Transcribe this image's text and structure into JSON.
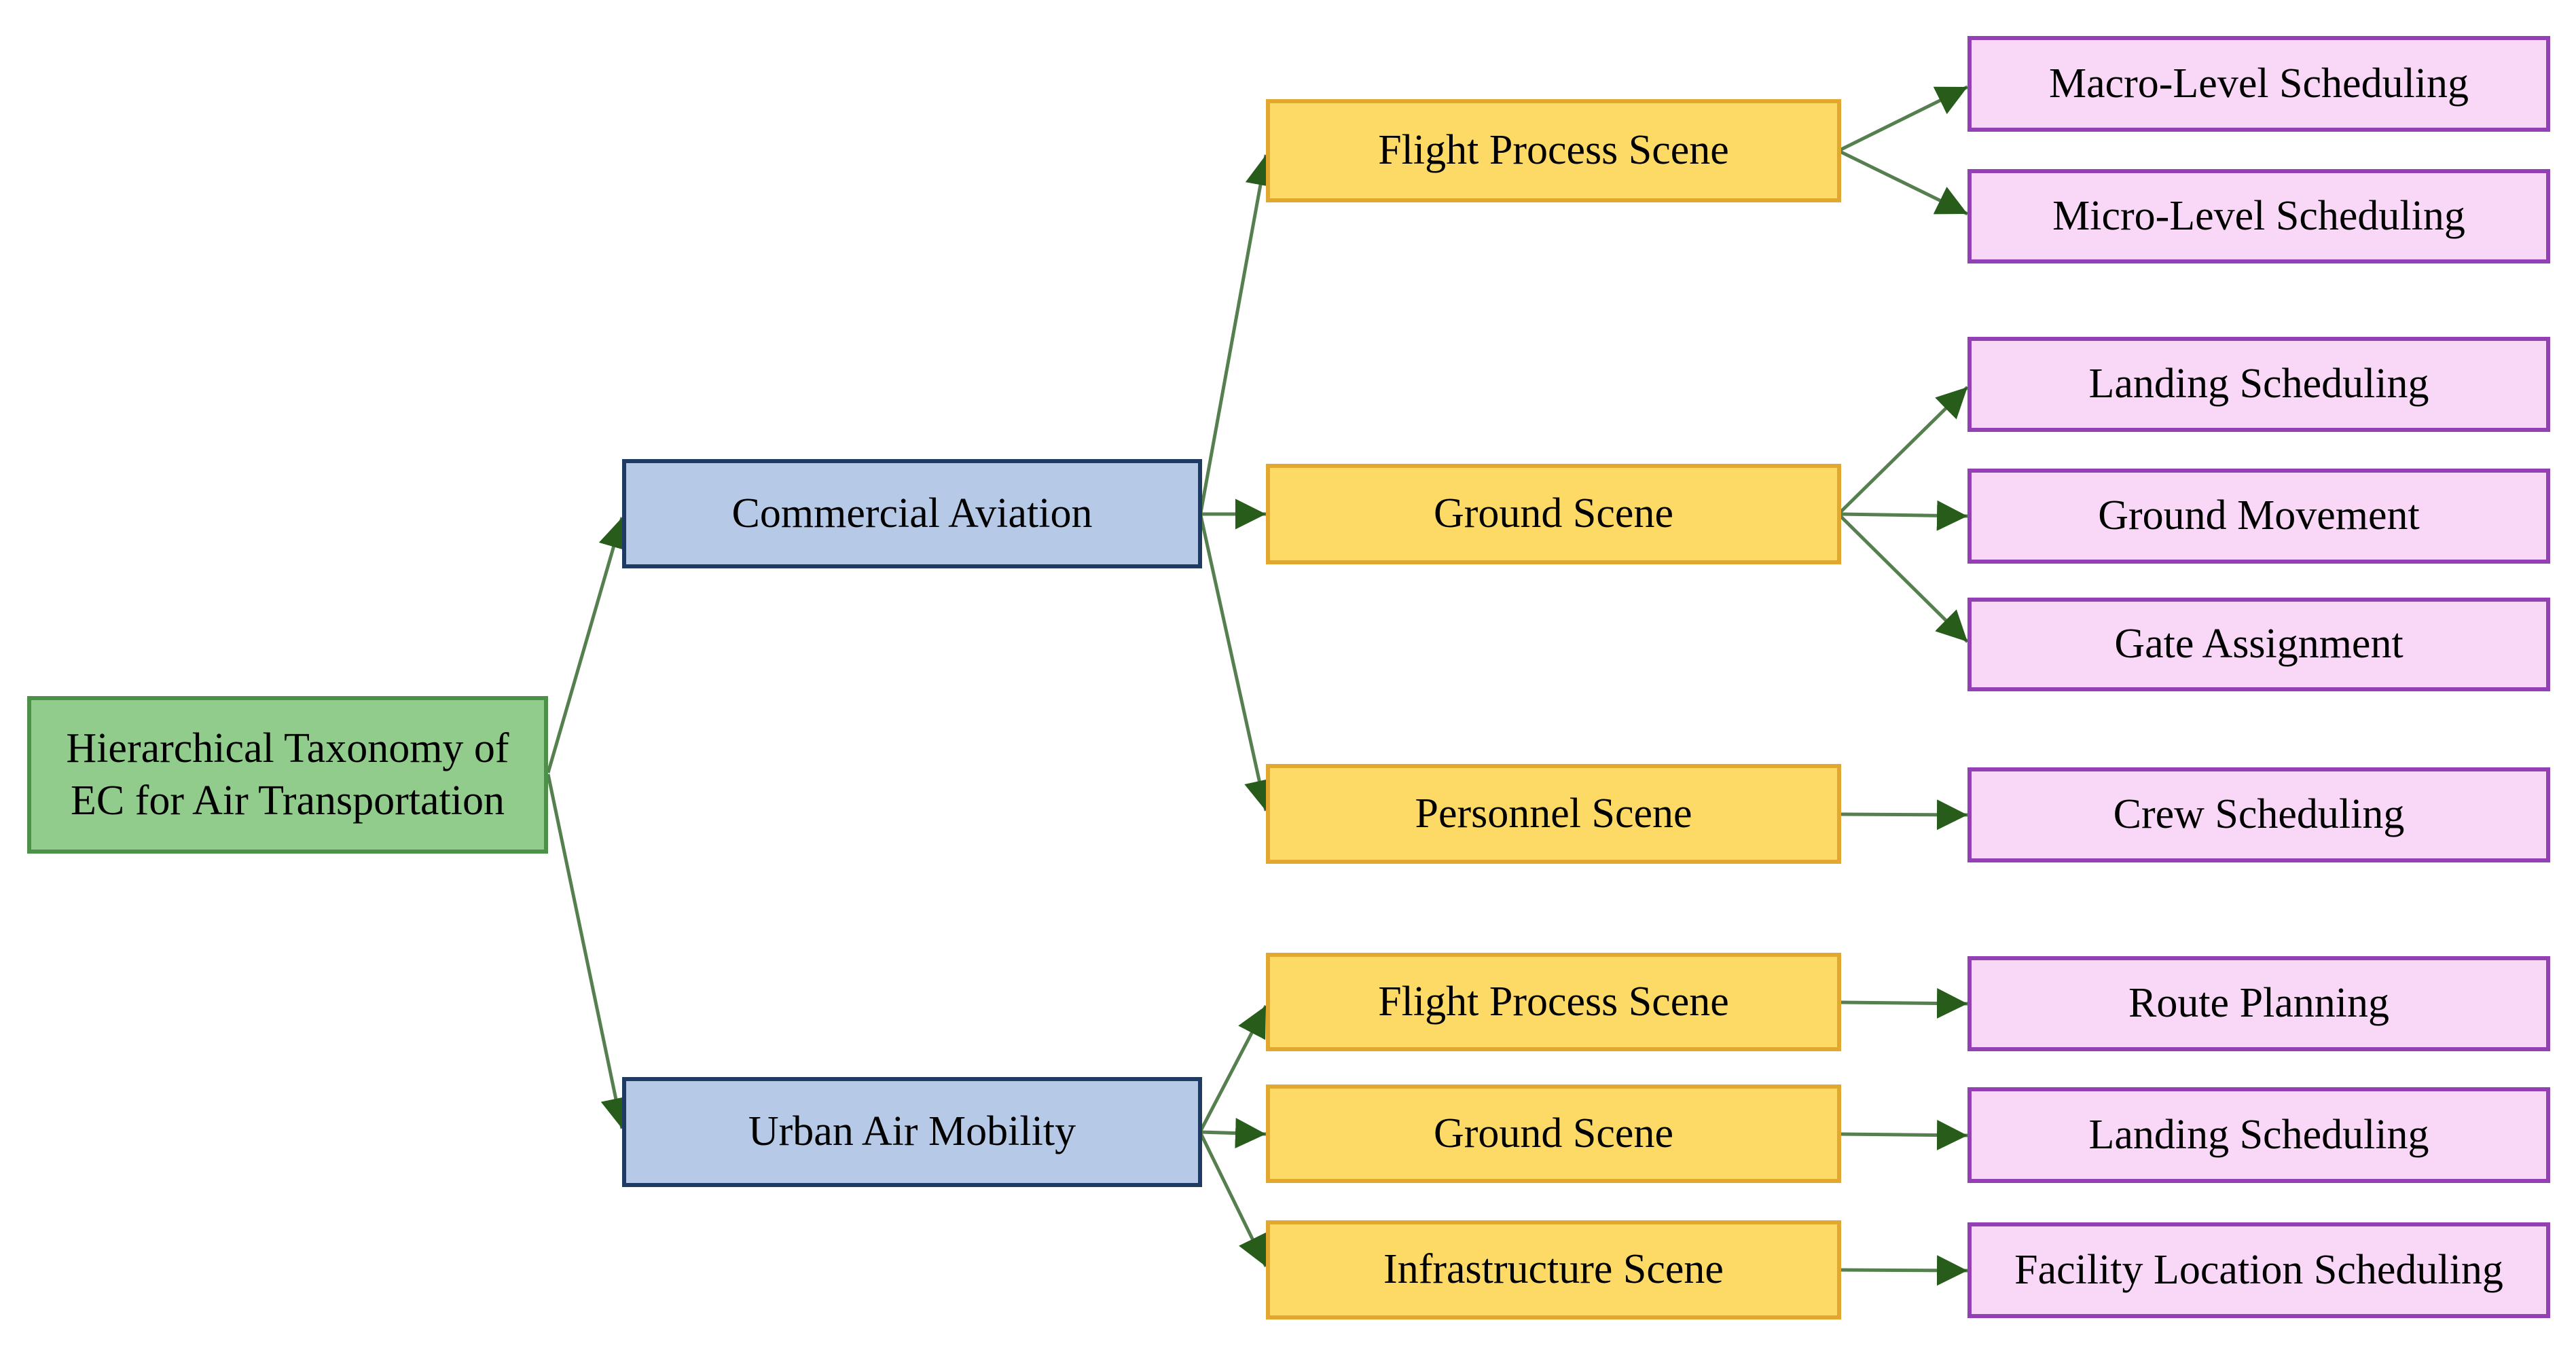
{
  "diagram": {
    "type": "taxonomy-tree",
    "orientation": "left-to-right"
  },
  "nodes": {
    "root": {
      "label": "Hierarchical Taxonomy of EC for Air Transportation",
      "level": 1
    },
    "commercial_aviation": {
      "label": "Commercial Aviation",
      "level": 2
    },
    "urban_air_mobility": {
      "label": "Urban Air Mobility",
      "level": 2
    },
    "ca_flight_process_scene": {
      "label": "Flight Process Scene",
      "level": 3
    },
    "ca_ground_scene": {
      "label": "Ground Scene",
      "level": 3
    },
    "ca_personnel_scene": {
      "label": "Personnel Scene",
      "level": 3
    },
    "uam_flight_process_scene": {
      "label": "Flight Process Scene",
      "level": 3
    },
    "uam_ground_scene": {
      "label": "Ground Scene",
      "level": 3
    },
    "uam_infrastructure_scene": {
      "label": "Infrastructure Scene",
      "level": 3
    },
    "macro_level_scheduling": {
      "label": "Macro-Level Scheduling",
      "level": 4
    },
    "micro_level_scheduling": {
      "label": "Micro-Level Scheduling",
      "level": 4
    },
    "ca_landing_scheduling": {
      "label": "Landing Scheduling",
      "level": 4
    },
    "ground_movement": {
      "label": "Ground Movement",
      "level": 4
    },
    "gate_assignment": {
      "label": "Gate Assignment",
      "level": 4
    },
    "crew_scheduling": {
      "label": "Crew Scheduling",
      "level": 4
    },
    "route_planning": {
      "label": "Route Planning",
      "level": 4
    },
    "uam_landing_scheduling": {
      "label": "Landing Scheduling",
      "level": 4
    },
    "facility_location_scheduling": {
      "label": "Facility Location Scheduling",
      "level": 4
    }
  },
  "edges": [
    {
      "from": "root",
      "to": "commercial_aviation"
    },
    {
      "from": "root",
      "to": "urban_air_mobility"
    },
    {
      "from": "commercial_aviation",
      "to": "ca_flight_process_scene"
    },
    {
      "from": "commercial_aviation",
      "to": "ca_ground_scene"
    },
    {
      "from": "commercial_aviation",
      "to": "ca_personnel_scene"
    },
    {
      "from": "ca_flight_process_scene",
      "to": "macro_level_scheduling"
    },
    {
      "from": "ca_flight_process_scene",
      "to": "micro_level_scheduling"
    },
    {
      "from": "ca_ground_scene",
      "to": "ca_landing_scheduling"
    },
    {
      "from": "ca_ground_scene",
      "to": "ground_movement"
    },
    {
      "from": "ca_ground_scene",
      "to": "gate_assignment"
    },
    {
      "from": "ca_personnel_scene",
      "to": "crew_scheduling"
    },
    {
      "from": "urban_air_mobility",
      "to": "uam_flight_process_scene"
    },
    {
      "from": "urban_air_mobility",
      "to": "uam_ground_scene"
    },
    {
      "from": "urban_air_mobility",
      "to": "uam_infrastructure_scene"
    },
    {
      "from": "uam_flight_process_scene",
      "to": "route_planning"
    },
    {
      "from": "uam_ground_scene",
      "to": "uam_landing_scheduling"
    },
    {
      "from": "uam_infrastructure_scene",
      "to": "facility_location_scheduling"
    }
  ],
  "colors": {
    "root-fill": "#92cc8c",
    "root-border": "#4c9147",
    "level2-fill": "#b6c9e6",
    "level2-border": "#1f3a63",
    "level3-fill": "#fdd965",
    "level3-border": "#e2a72e",
    "level4-fill": "#f9d7f7",
    "level4-border": "#9340b4",
    "arrow-line": "#557f4e",
    "arrow-head": "#275c1a",
    "text": "#000000",
    "background": "#ffffff"
  }
}
